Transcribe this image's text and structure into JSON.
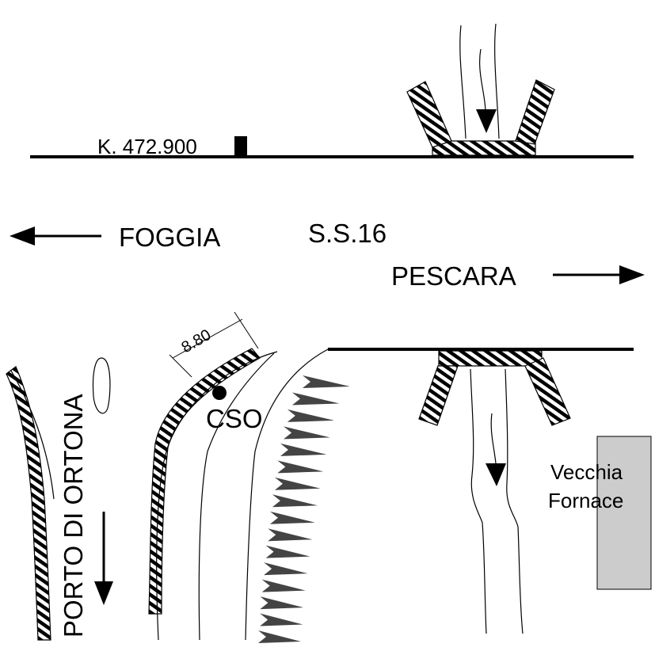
{
  "road": {
    "name": "S.S.16",
    "milestone": "K. 472.900",
    "direction_west": "FOGGIA",
    "direction_east": "PESCARA"
  },
  "harbour": {
    "label": "PORTO DI ORTONA"
  },
  "outfall": {
    "label": "CSO",
    "dimension": "8.80"
  },
  "building": {
    "line1": "Vecchia",
    "line2": "Fornace",
    "fill": "#cccccc"
  },
  "colors": {
    "ink": "#000000",
    "riprap": "#444444"
  }
}
